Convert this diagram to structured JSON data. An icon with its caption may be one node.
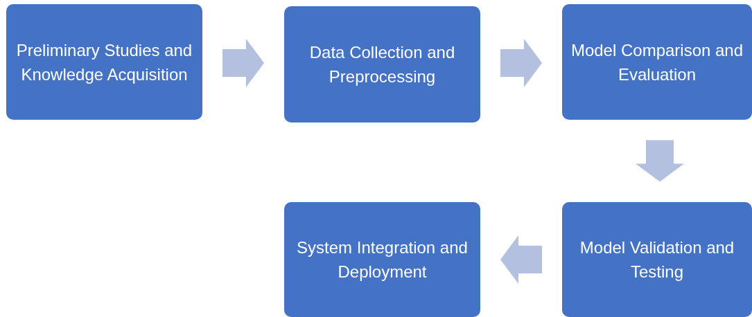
{
  "diagram": {
    "nodes": [
      {
        "text": [
          "Preliminary Studies and Knowledge Acquisition"
        ]
      },
      {
        "text": [
          "Data Collection and Preprocessing"
        ]
      },
      {
        "text": [
          "Model Comparison and Evaluation"
        ]
      },
      {
        "text": [
          "Model Validation and Testing"
        ]
      },
      {
        "text": [
          "System Integration and Deployment"
        ]
      }
    ],
    "edges": [
      {
        "from": 0,
        "to": 1,
        "arrow": "to"
      },
      {
        "from": 1,
        "to": 2,
        "arrow": "to"
      },
      {
        "from": 2,
        "to": 3,
        "arrow": "to"
      },
      {
        "from": 3,
        "to": 4,
        "arrow": "to"
      }
    ]
  }
}
